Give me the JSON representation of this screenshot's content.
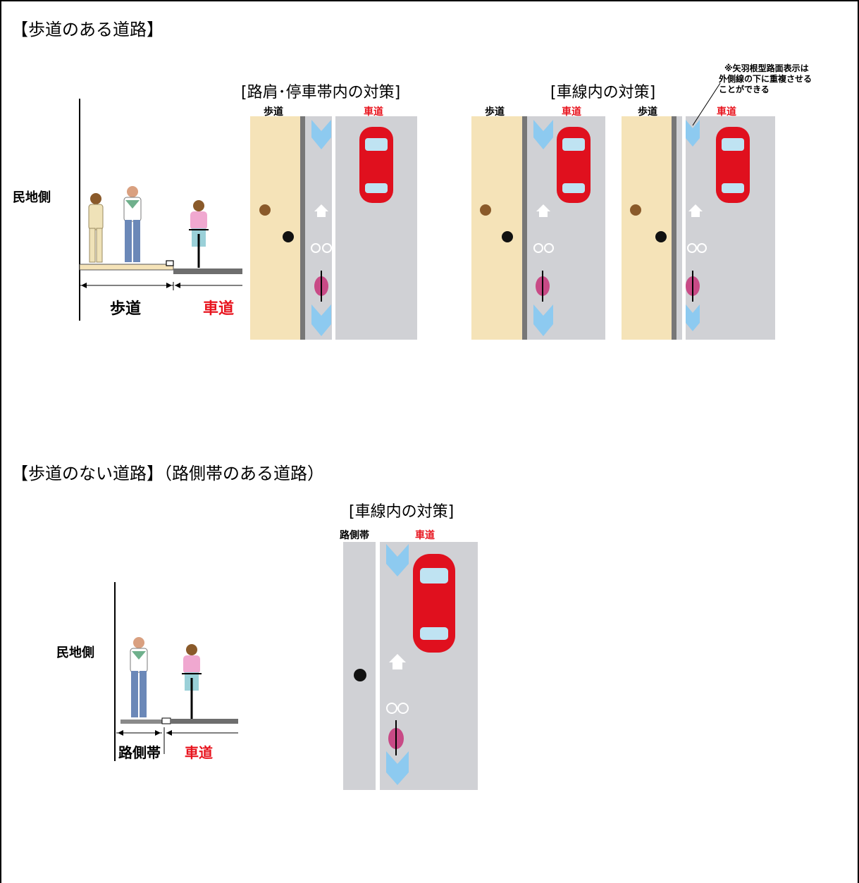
{
  "section1": {
    "heading": "【歩道のある道路】",
    "side_label": "民地側",
    "section_labels": {
      "sidewalk": "歩道",
      "roadway": "車道"
    },
    "plan_a": {
      "title": "[路肩･停車帯内の対策]",
      "label_sidewalk": "歩道",
      "label_roadway": "車道"
    },
    "plan_b": {
      "title": "[車線内の対策]",
      "label_sidewalk_1": "歩道",
      "label_roadway_1": "車道",
      "label_sidewalk_2": "歩道",
      "label_roadway_2": "車道"
    },
    "note_lines": [
      "※矢羽根型路面表示は",
      "外側線の下に重複させる",
      "ことができる"
    ]
  },
  "section2": {
    "heading": "【歩道のない道路】（路側帯のある道路）",
    "side_label": "民地側",
    "section_labels": {
      "shoulder": "路側帯",
      "roadway": "車道"
    },
    "plan": {
      "title": "[車線内の対策]",
      "label_shoulder": "路側帯",
      "label_roadway": "車道"
    }
  },
  "colors": {
    "sidewalk": "#f5e3b8",
    "road": "#d0d1d5",
    "arrow": "#8dcaf0",
    "car": "#e0101e",
    "roadway_text": "#e8141e"
  }
}
